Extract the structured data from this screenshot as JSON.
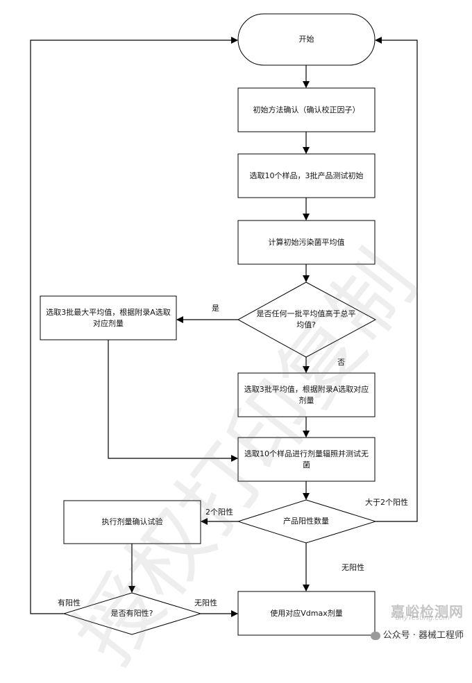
{
  "nodes": {
    "start": "开始",
    "confirm_method": "初始方法确认（确认校正因子）",
    "select_samples": "选取10个样品，3批产品测试初始",
    "calc_bioburden": "计算初始污染菌平均值",
    "decision_batch": "是否任何一批平均值高于总平均值?",
    "select_max_avg": "选取3批最大平均值，根据附录A选取对应剂量",
    "select_avg": "选取3批平均值，根据附录A选取对应剂量",
    "irradiate_test": "选取10个样品进行剂量辐照并测试无菌",
    "decision_positives": "产品阳性数量",
    "execute_confirm": "执行剂量确认试验",
    "decision_has_positive": "是否有阳性?",
    "use_vdmax": "使用对应Vdmax剂量"
  },
  "edge_labels": {
    "yes": "是",
    "no": "否",
    "two_positive": "2个阳性",
    "more_than_two": "大于2个阳性",
    "no_positive": "无阳性",
    "no_positive_2": "无阳性",
    "has_positive": "有阳性"
  },
  "watermark": "授权打印复制",
  "footer": {
    "site": "嘉峪检测网",
    "url": "anyTesting.com",
    "wechat": "公众号 · 器械工程师"
  }
}
